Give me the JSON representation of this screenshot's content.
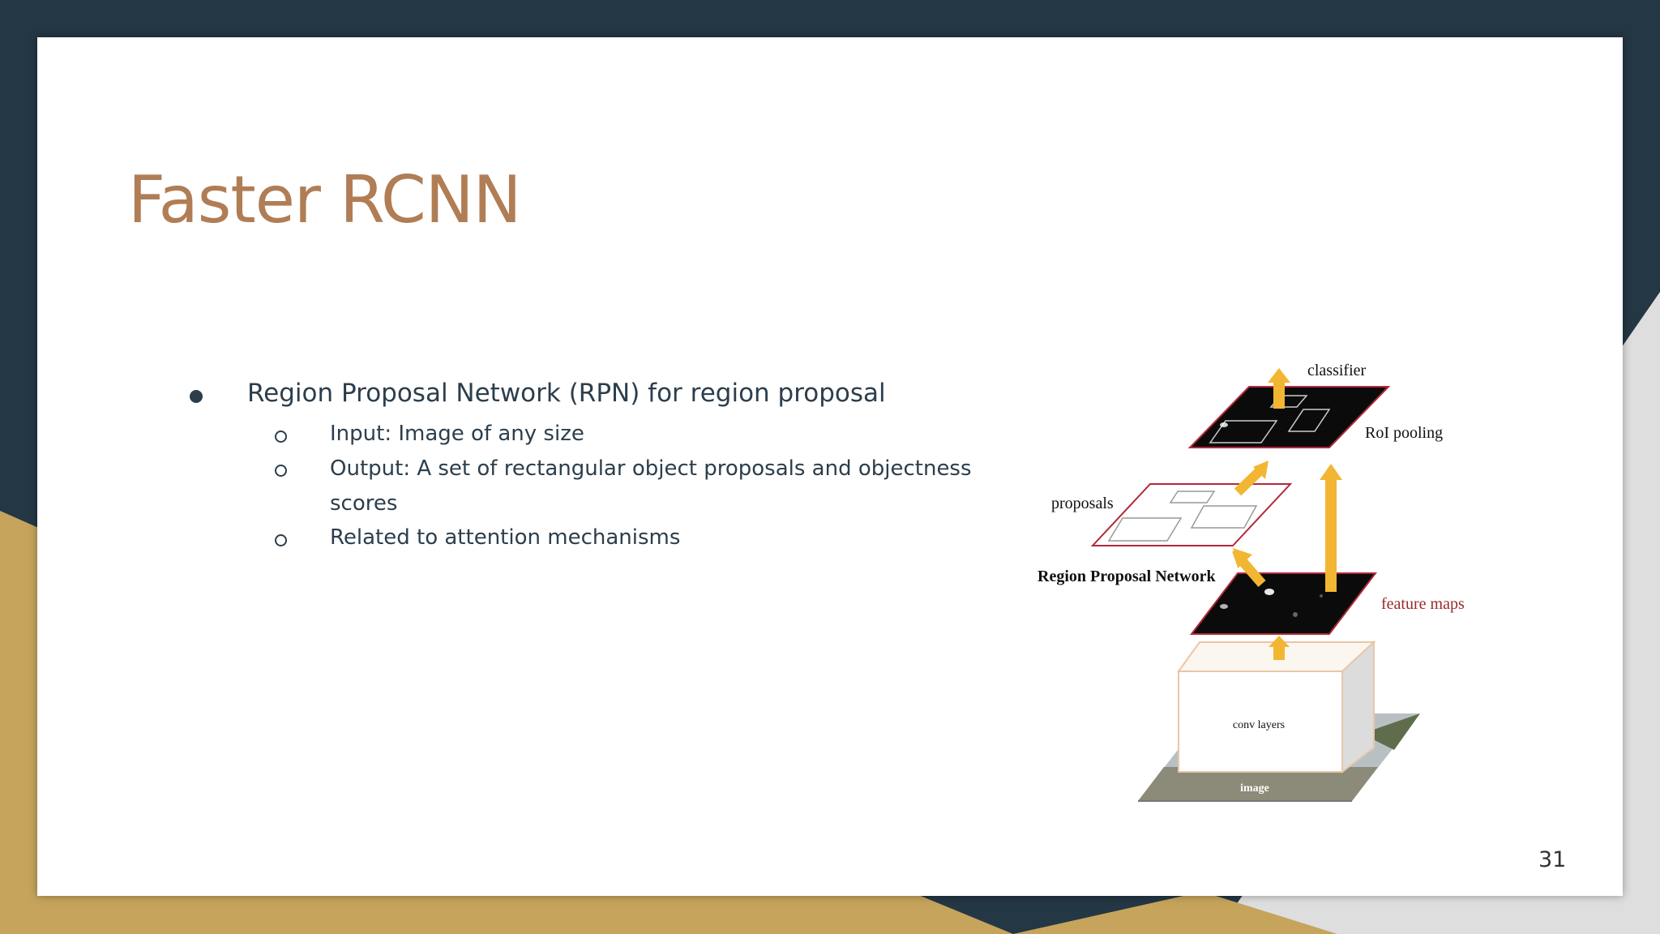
{
  "slide": {
    "title": "Faster RCNN",
    "bullet_main": "Region Proposal Network (RPN) for region proposal",
    "sub_bullets": [
      "Input: Image of any size",
      "Output: A set of rectangular object proposals and objectness",
      "scores",
      "Related to attention mechanisms"
    ],
    "page_number": "31"
  },
  "diagram": {
    "labels": {
      "classifier": "classifier",
      "roi_pooling": "RoI pooling",
      "proposals": "proposals",
      "rpn": "Region Proposal Network",
      "feature_maps": "feature maps",
      "conv_layers": "conv layers",
      "image": "image"
    },
    "colors": {
      "arrow": "#f2b633",
      "feature_map_fill": "#0b0b0b",
      "feature_map_border": "#b2293a",
      "proposal_border": "#b2293a",
      "feature_maps_label": "#9a2a2a",
      "box_border": "#e8c7a6"
    }
  },
  "theme": {
    "title_color": "#b07d55",
    "text_color": "#2c3e4c",
    "dark_accent": "#243744",
    "gold_accent": "#c6a45c",
    "grey_accent": "#dcdcdc"
  }
}
